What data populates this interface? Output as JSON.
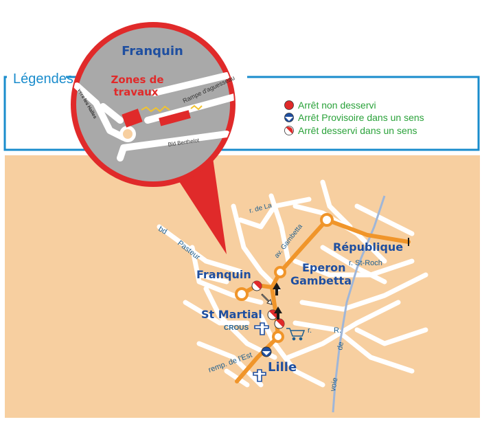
{
  "colors": {
    "map_bg": "#f7cfa0",
    "roads": "#ffffff",
    "tram_line": "#f0952a",
    "legend_border": "#1a8ccc",
    "station_text": "#1f4fa0",
    "street_text": "#1f5f8f",
    "legend_text": "#2aa23a",
    "not_served": "#e02a2a",
    "closure_zone": "#e02a2a",
    "callout": "#e02a2a",
    "inset_bg": "#a9a9a9",
    "river": "#9fb6d8"
  },
  "legend": {
    "title": "Légendes",
    "items": [
      {
        "label": "Arrêt non desservi",
        "icon": "red-circle-icon"
      },
      {
        "label": "Arrêt Provisoire dans un sens",
        "icon": "blue-half-circle-icon"
      },
      {
        "label": "Arrêt desservi dans un sens",
        "icon": "red-white-half-circle-icon"
      }
    ]
  },
  "inset": {
    "title": "Franquin",
    "zone_label_1": "Zones de",
    "zone_label_2": "travaux",
    "street_halles": "vers les Halles",
    "street_rampe": "Rampe d'aguesseau",
    "street_berthelot": "Bld Berthelot"
  },
  "stations": {
    "franquin": "Franquin",
    "st_martial": "St Martial",
    "lille": "Lille",
    "eperon_1": "Eperon",
    "eperon_2": "Gambetta",
    "republique": "République"
  },
  "streets": {
    "bd": "bd",
    "pasteur": "Pasteur",
    "r_de_la": "r. de La",
    "av_gambetta": "av. Gambetta",
    "r_st_roch": "r. St-Roch",
    "r": "r.",
    "r_capital": "R.",
    "remp_est": "remp. de l'Est",
    "voie": "voie",
    "de": "de",
    "crous": "CROUS"
  }
}
